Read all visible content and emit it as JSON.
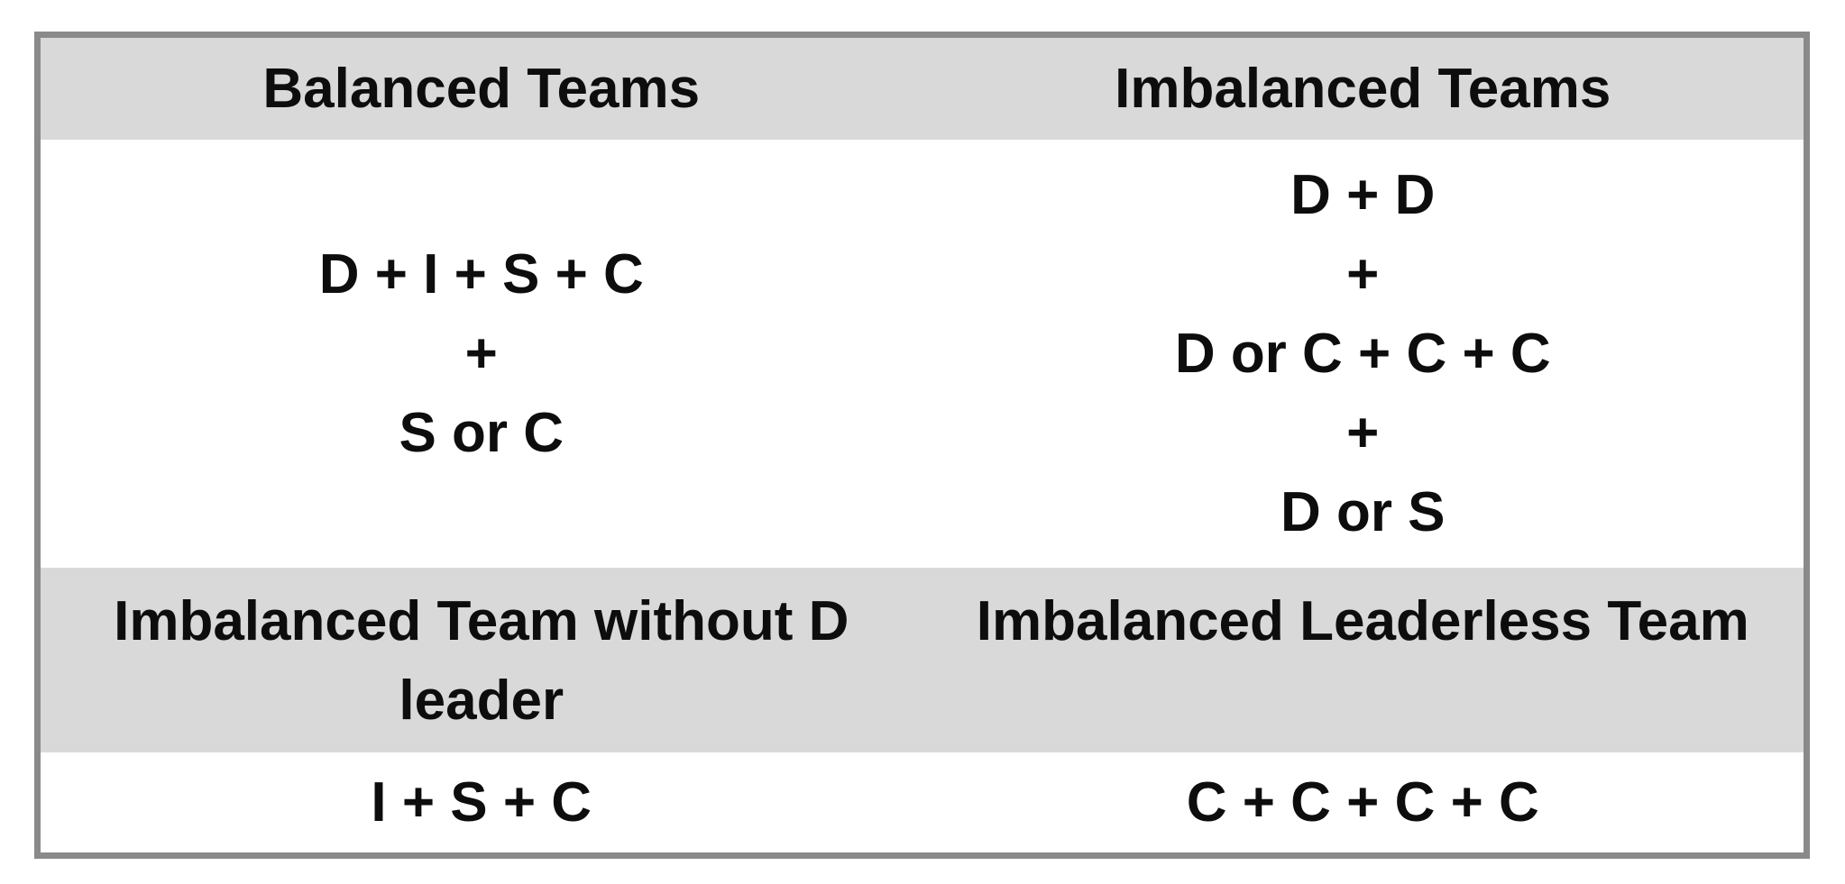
{
  "table": {
    "rows": [
      {
        "kind": "header",
        "cells": [
          {
            "lines": [
              "Balanced Teams"
            ]
          },
          {
            "lines": [
              "Imbalanced Teams"
            ]
          }
        ]
      },
      {
        "kind": "body",
        "cells": [
          {
            "lines": [
              "D + I + S + C",
              "+",
              "S or C"
            ]
          },
          {
            "lines": [
              "D + D",
              "+",
              "D or C + C + C",
              "+",
              "D or S"
            ]
          }
        ]
      },
      {
        "kind": "header",
        "cells": [
          {
            "lines": [
              "Imbalanced Team without D leader"
            ]
          },
          {
            "lines": [
              "Imbalanced Leaderless Team"
            ]
          }
        ]
      },
      {
        "kind": "body",
        "cells": [
          {
            "lines": [
              "I + S + C"
            ]
          },
          {
            "lines": [
              "C + C + C + C"
            ]
          }
        ]
      }
    ]
  },
  "colors": {
    "page_bg": "#ffffff",
    "header_bg": "#d9d9d9",
    "border": "#8a8a8a",
    "text": "#0d0d0d"
  }
}
